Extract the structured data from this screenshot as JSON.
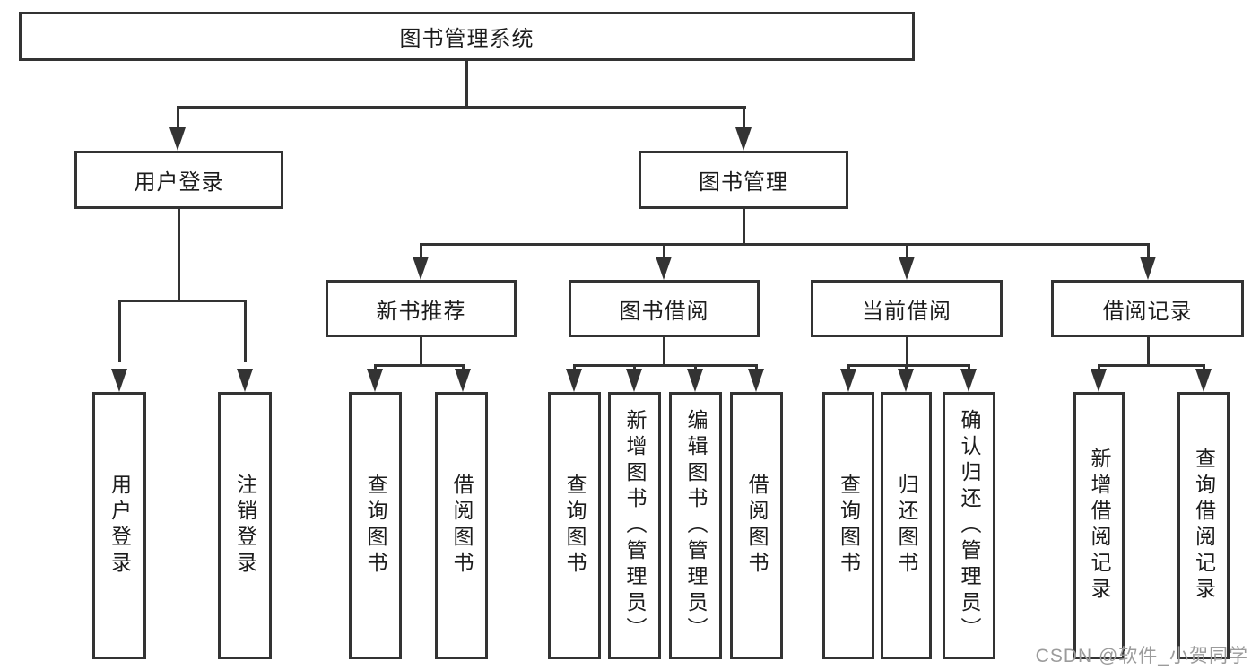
{
  "diagram": {
    "root": {
      "label": "图书管理系统"
    },
    "branches": [
      {
        "label": "用户登录",
        "children": [
          {
            "label": "用户登录"
          },
          {
            "label": "注销登录"
          }
        ]
      },
      {
        "label": "图书管理",
        "children": [
          {
            "label": "新书推荐",
            "children": [
              {
                "label": "查询图书"
              },
              {
                "label": "借阅图书"
              }
            ]
          },
          {
            "label": "图书借阅",
            "children": [
              {
                "label": "查询图书"
              },
              {
                "label": "新增图书（管理员）"
              },
              {
                "label": "编辑图书（管理员）"
              },
              {
                "label": "借阅图书"
              }
            ]
          },
          {
            "label": "当前借阅",
            "children": [
              {
                "label": "查询图书"
              },
              {
                "label": "归还图书"
              },
              {
                "label": "确认归还（管理员）"
              }
            ]
          },
          {
            "label": "借阅记录",
            "children": [
              {
                "label": "新增借阅记录"
              },
              {
                "label": "查询借阅记录"
              }
            ]
          }
        ]
      }
    ]
  },
  "watermark": {
    "text": "CSDN @软件_小贺同学"
  },
  "colors": {
    "line": "#333333",
    "text": "#1c1c1c",
    "bg": "#ffffff",
    "watermark": "#9b9b9b"
  }
}
